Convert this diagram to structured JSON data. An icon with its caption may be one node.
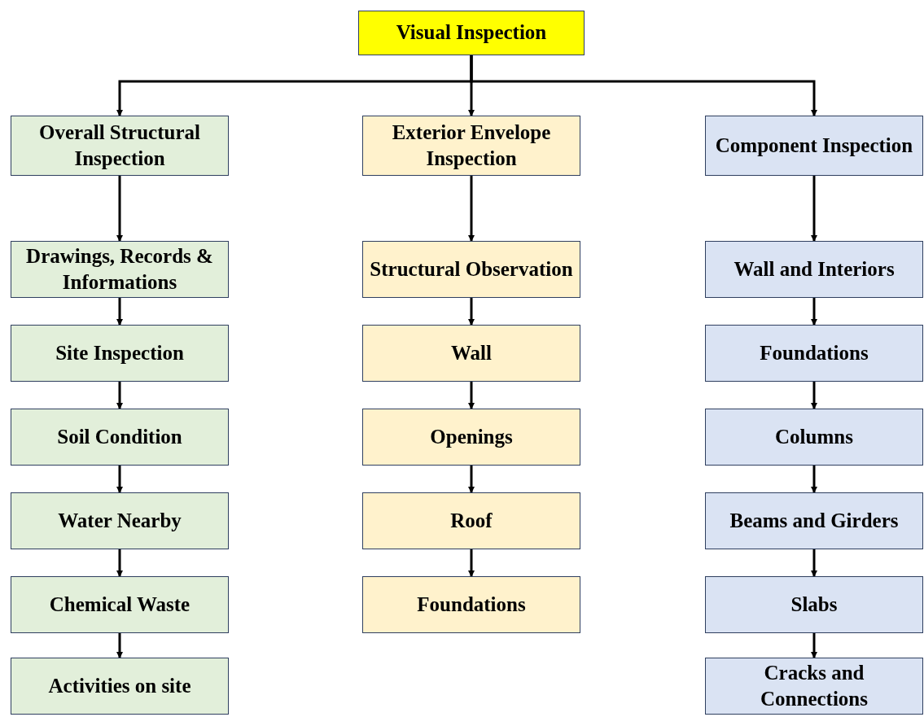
{
  "diagram": {
    "nodes": [
      {
        "text": [
          "Visual Inspection"
        ]
      },
      {
        "text": [
          "Overall Structural Inspection"
        ]
      },
      {
        "text": [
          "Exterior Envelope Inspection"
        ]
      },
      {
        "text": [
          "Component Inspection"
        ]
      },
      {
        "text": [
          "Drawings, Records & Informations"
        ]
      },
      {
        "text": [
          "Site Inspection"
        ]
      },
      {
        "text": [
          "Soil Condition"
        ]
      },
      {
        "text": [
          "Water Nearby"
        ]
      },
      {
        "text": [
          "Chemical Waste"
        ]
      },
      {
        "text": [
          "Activities on site"
        ]
      },
      {
        "text": [
          "Structural Observation"
        ]
      },
      {
        "text": [
          "Wall"
        ]
      },
      {
        "text": [
          "Openings"
        ]
      },
      {
        "text": [
          "Roof"
        ]
      },
      {
        "text": [
          "Foundations"
        ]
      },
      {
        "text": [
          "Wall and Interiors"
        ]
      },
      {
        "text": [
          "Foundations"
        ]
      },
      {
        "text": [
          "Columns"
        ]
      },
      {
        "text": [
          "Beams and Girders"
        ]
      },
      {
        "text": [
          "Slabs"
        ]
      },
      {
        "text": [
          "Cracks and Connections"
        ]
      }
    ],
    "edges": [
      {
        "from": 0,
        "to": 1,
        "arrow": "to"
      },
      {
        "from": 0,
        "to": 2,
        "arrow": "to"
      },
      {
        "from": 0,
        "to": 3,
        "arrow": "to"
      },
      {
        "from": 1,
        "to": 4,
        "arrow": "to"
      },
      {
        "from": 4,
        "to": 5,
        "arrow": "to"
      },
      {
        "from": 5,
        "to": 6,
        "arrow": "to"
      },
      {
        "from": 6,
        "to": 7,
        "arrow": "to"
      },
      {
        "from": 7,
        "to": 8,
        "arrow": "to"
      },
      {
        "from": 8,
        "to": 9,
        "arrow": "to"
      },
      {
        "from": 2,
        "to": 10,
        "arrow": "to"
      },
      {
        "from": 10,
        "to": 11,
        "arrow": "to"
      },
      {
        "from": 11,
        "to": 12,
        "arrow": "to"
      },
      {
        "from": 12,
        "to": 13,
        "arrow": "to"
      },
      {
        "from": 13,
        "to": 14,
        "arrow": "to"
      },
      {
        "from": 3,
        "to": 15,
        "arrow": "to"
      },
      {
        "from": 15,
        "to": 16,
        "arrow": "to"
      },
      {
        "from": 16,
        "to": 17,
        "arrow": "to"
      },
      {
        "from": 17,
        "to": 18,
        "arrow": "to"
      },
      {
        "from": 18,
        "to": 19,
        "arrow": "to"
      },
      {
        "from": 19,
        "to": 20,
        "arrow": "to"
      }
    ]
  }
}
